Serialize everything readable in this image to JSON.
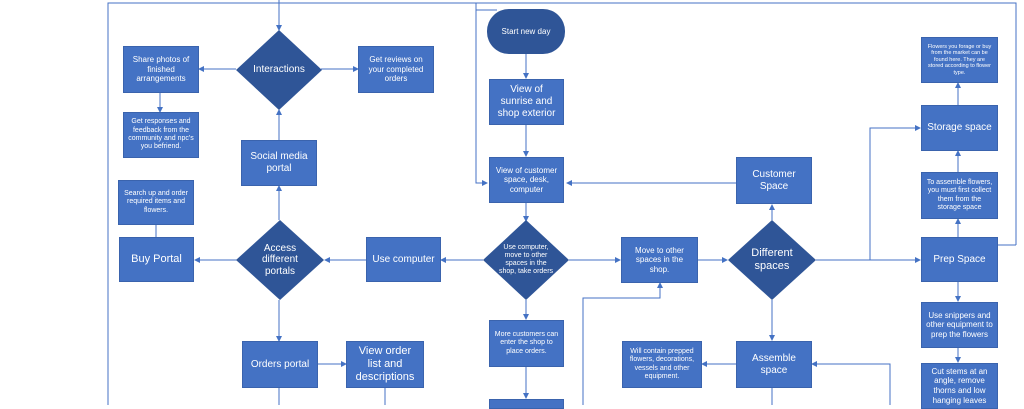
{
  "colors": {
    "box": "#4472c4",
    "diamond": "#2f5597",
    "connector": "#4472c4"
  },
  "nodes": {
    "start_new_day": "Start new day",
    "view_sunrise": "View of sunrise and shop exterior",
    "view_customer_space": "View of customer space, desk, computer",
    "use_computer_decision": "Use computer, move to other spaces in the shop, take orders",
    "more_customers": "More customers can enter the shop to place orders.",
    "use_computer": "Use computer",
    "access_portals": "Access different portals",
    "social_media_portal": "Social media portal",
    "interactions": "Interactions",
    "share_photos": "Share photos of finished arrangements",
    "get_reviews": "Get reviews on your completed orders",
    "get_responses": "Get responses and feedback from the community and npc's you befriend.",
    "search_order": "Search up and order required items and flowers.",
    "buy_portal": "Buy Portal",
    "orders_portal": "Orders portal",
    "view_order_list": "View order list and descriptions",
    "move_other_spaces": "Move to other spaces in the shop.",
    "different_spaces": "Different spaces",
    "customer_space": "Customer Space",
    "assemble_space": "Assemble space",
    "will_contain": "Will contain prepped flowers, decorations, vessels and other equipment.",
    "prep_space": "Prep Space",
    "storage_space": "Storage space",
    "flowers_forage": "Flowers you forage or buy from the market can be found here. They are stored according to flower type.",
    "to_assemble": "To assemble flowers, you must first collect them from the storage space",
    "use_snippers": "Use snippers and other equipment to prep the flowers",
    "cut_stems": "Cut stems at an angle, remove thorns and low hanging leaves"
  }
}
